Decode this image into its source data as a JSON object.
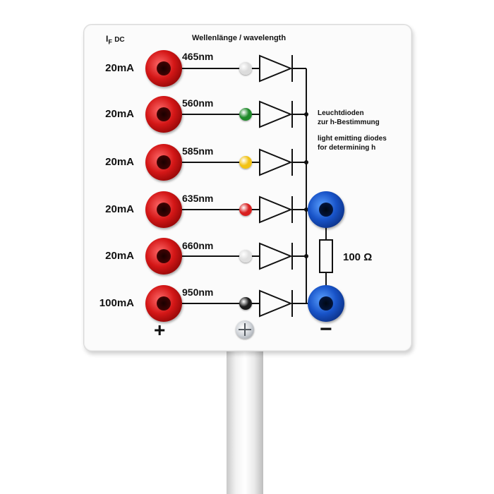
{
  "header": {
    "current_label_main": "I",
    "current_label_sub": "F",
    "current_label_dc": "DC",
    "wavelength_label": "Wellenlänge / wavelength"
  },
  "rows": [
    {
      "current": "20mA",
      "wavelength": "465nm",
      "led_color": "#dcdcdc"
    },
    {
      "current": "20mA",
      "wavelength": "560nm",
      "led_color": "#1f8a2a"
    },
    {
      "current": "20mA",
      "wavelength": "585nm",
      "led_color": "#f2c214"
    },
    {
      "current": "20mA",
      "wavelength": "635nm",
      "led_color": "#d81f1f"
    },
    {
      "current": "20mA",
      "wavelength": "660nm",
      "led_color": "#e0e0e0"
    },
    {
      "current": "100mA",
      "wavelength": "950nm",
      "led_color": "#1a1a1a"
    }
  ],
  "description": {
    "de_line1": "Leuchtdioden",
    "de_line2": "zur h-Bestimmung",
    "en_line1": "light emitting diodes",
    "en_line2": "for determining h"
  },
  "resistor_label": "100 Ω",
  "plus_label": "+",
  "minus_label": "−",
  "colors": {
    "jack_positive": "#c91414",
    "jack_negative": "#1850c0",
    "plate": "#fbfbfb"
  }
}
